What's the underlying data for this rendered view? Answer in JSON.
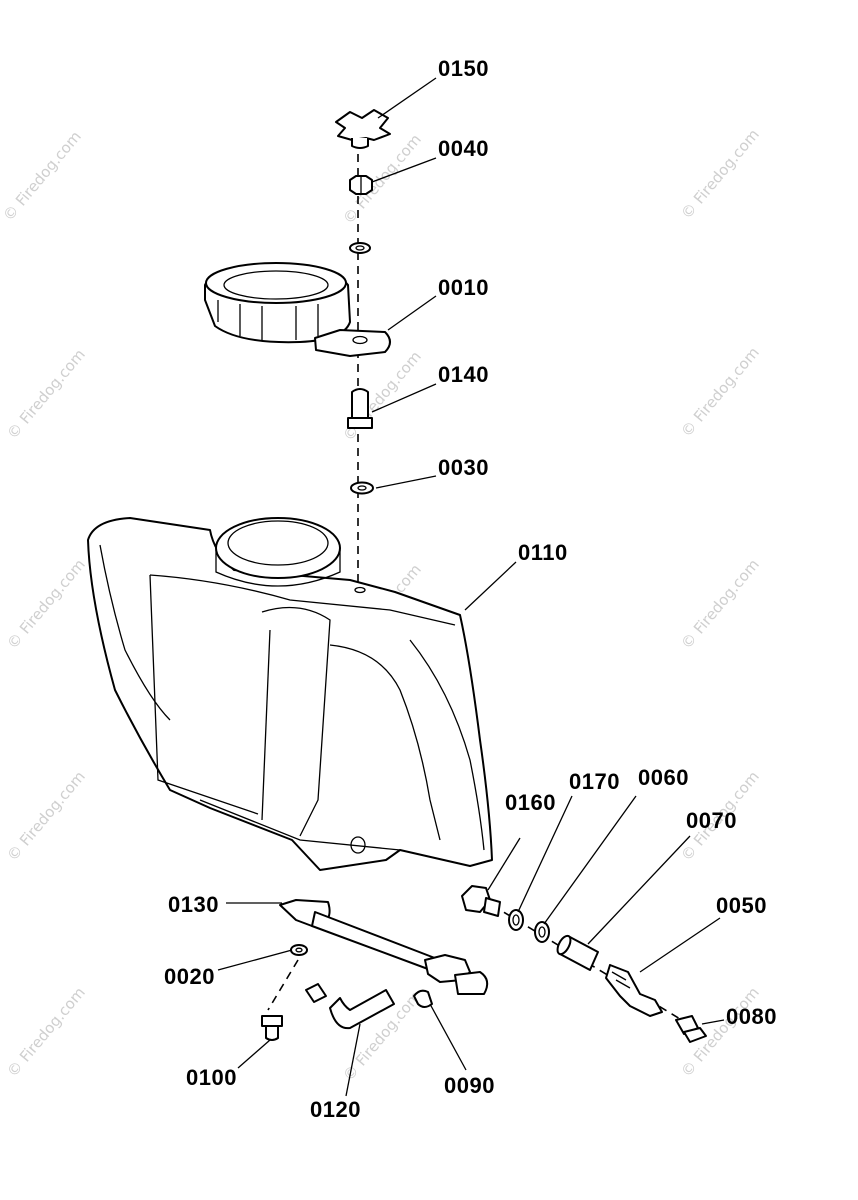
{
  "watermark": "© Firedog.com",
  "callouts": [
    {
      "id": "0150"
    },
    {
      "id": "0040"
    },
    {
      "id": "0010"
    },
    {
      "id": "0140"
    },
    {
      "id": "0030"
    },
    {
      "id": "0110"
    },
    {
      "id": "0160"
    },
    {
      "id": "0170"
    },
    {
      "id": "0060"
    },
    {
      "id": "0070"
    },
    {
      "id": "0050"
    },
    {
      "id": "0080"
    },
    {
      "id": "0130"
    },
    {
      "id": "0020"
    },
    {
      "id": "0100"
    },
    {
      "id": "0120"
    },
    {
      "id": "0090"
    }
  ]
}
